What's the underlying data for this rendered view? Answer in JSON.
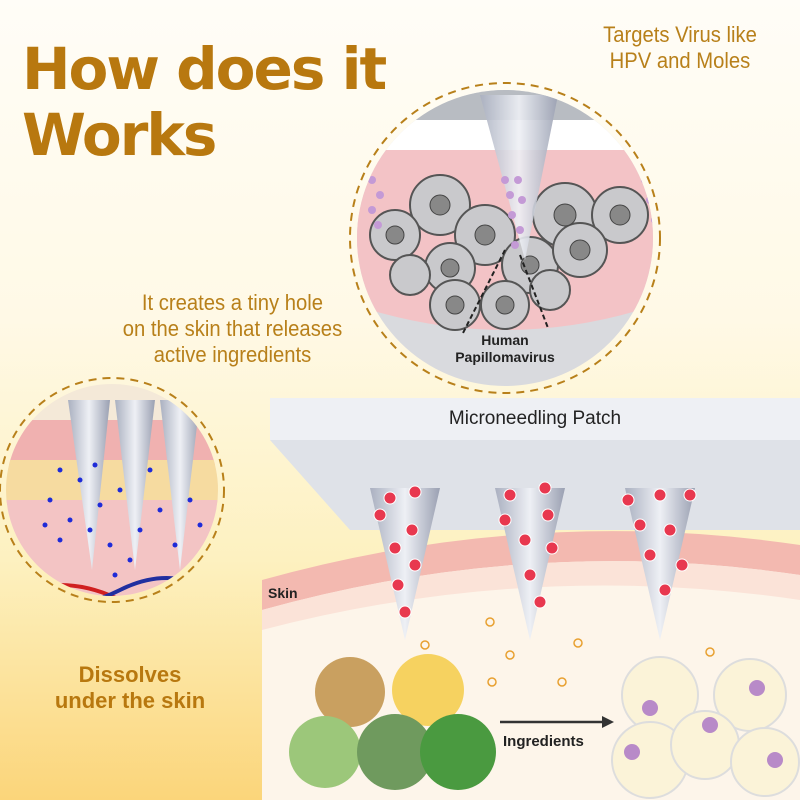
{
  "title_line1": "How does it",
  "title_line2": "Works",
  "targets_text_line1": "Targets Virus like",
  "targets_text_line2": "HPV and Moles",
  "hole_text_line1": "It creates a tiny hole",
  "hole_text_line2": "on the skin that releases",
  "hole_text_line3": "active ingredients",
  "virus_label_line1": "Human",
  "virus_label_line2": "Papillomavirus",
  "dissolves_line1": "Dissolves",
  "dissolves_line2": "under the skin",
  "patch_label": "Microneedling Patch",
  "skin_label": "Skin",
  "ingredients_label": "Ingredients",
  "colors": {
    "accent": "#b8780f",
    "caption": "#b8801a",
    "needle_dot": "#e8384f"
  }
}
